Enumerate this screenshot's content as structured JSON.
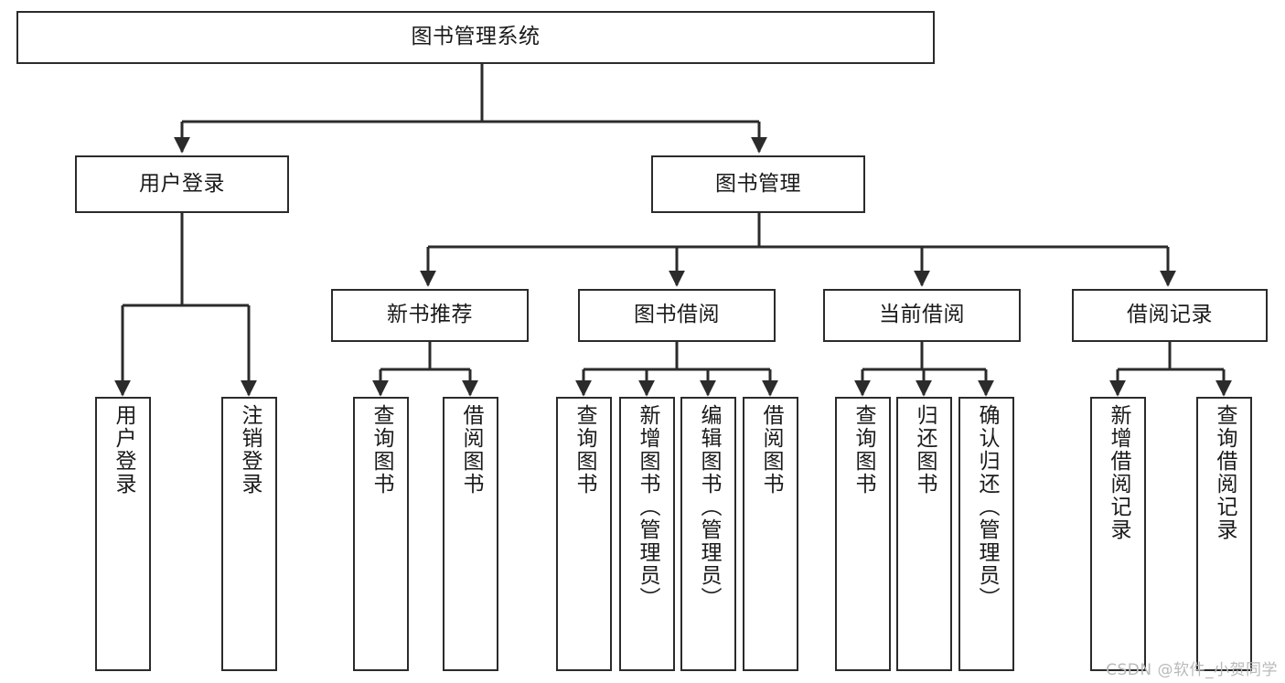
{
  "diagram": {
    "title": "图书管理系统",
    "watermark": "CSDN @软件_小贺同学",
    "colors": {
      "box_border": "#2b2b2b",
      "box_fill": "#ffffff",
      "edge": "#2b2b2b",
      "text": "#1a1a1a",
      "watermark": "#b9b9b9",
      "background": "#ffffff"
    },
    "root": {
      "label": "图书管理系统"
    },
    "level1": [
      {
        "label": "用户登录"
      },
      {
        "label": "图书管理"
      }
    ],
    "level2": [
      {
        "label": "新书推荐"
      },
      {
        "label": "图书借阅"
      },
      {
        "label": "当前借阅"
      },
      {
        "label": "借阅记录"
      }
    ],
    "leaves": {
      "user_login": [
        {
          "label": "用户登录"
        },
        {
          "label": "注销登录"
        }
      ],
      "new_book_recommend": [
        {
          "label": "查询图书"
        },
        {
          "label": "借阅图书"
        }
      ],
      "book_borrow": [
        {
          "label": "查询图书"
        },
        {
          "label": "新增图书（管理员）"
        },
        {
          "label": "编辑图书（管理员）"
        },
        {
          "label": "借阅图书"
        }
      ],
      "current_borrow": [
        {
          "label": "查询图书"
        },
        {
          "label": "归还图书"
        },
        {
          "label": "确认归还（管理员）"
        }
      ],
      "borrow_record": [
        {
          "label": "新增借阅记录"
        },
        {
          "label": "查询借阅记录"
        }
      ]
    }
  }
}
